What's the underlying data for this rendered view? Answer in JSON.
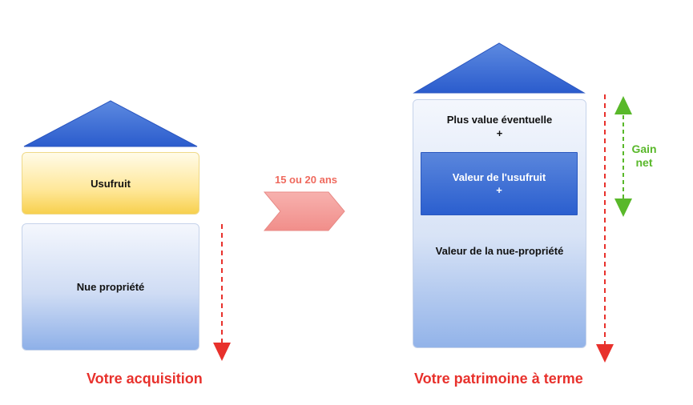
{
  "diagram": {
    "left_house": {
      "usufruit_label": "Usufruit",
      "nue_propriete_label": "Nue propriété",
      "caption": "Votre acquisition"
    },
    "transition": {
      "duration_label": "15 ou 20 ans"
    },
    "right_house": {
      "plus_value_label": "Plus value éventuelle",
      "plus_sign_1": "+",
      "valeur_usufruit_label": "Valeur de l'usufruit",
      "plus_sign_2": "+",
      "valeur_nue_propriete_label": "Valeur de la nue-propriété",
      "caption": "Votre patrimoine à terme"
    },
    "gain": {
      "line1": "Gain",
      "line2": "net"
    }
  },
  "colors": {
    "roof_blue": "#2f62d2",
    "caption_red": "#e8312c",
    "arrow_pink": "#f49e9b",
    "dashed_red": "#e8312c",
    "gain_green": "#59b82a",
    "usufruit_yellow": "#ffe89a",
    "nue_blue": "#cfdcf4"
  }
}
